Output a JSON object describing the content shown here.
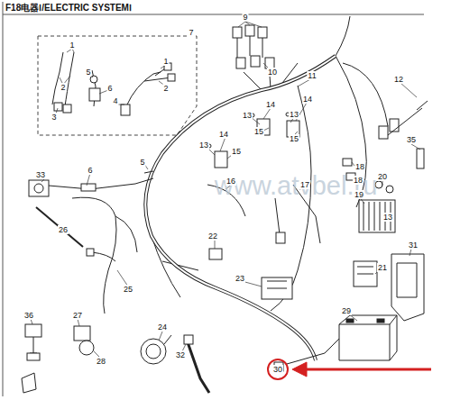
{
  "diagram": {
    "title": "F18电器Ⅰ/ELECTRIC SYSTEMⅠ",
    "labels": [
      "www.atvbel.ru",
      "9",
      "7",
      "1",
      "5",
      "1",
      "2",
      "6",
      "2",
      "10",
      "11",
      "12",
      "3",
      "4",
      "14",
      "13",
      "13",
      "14",
      "15",
      "15",
      "14",
      "13",
      "15",
      "35",
      "5",
      "6",
      "33",
      "18",
      "16",
      "17",
      "18",
      "20",
      "19",
      "13",
      "26",
      "22",
      "21",
      "31",
      "23",
      "25",
      "29",
      "36",
      "27",
      "24",
      "28",
      "32",
      "30"
    ]
  }
}
